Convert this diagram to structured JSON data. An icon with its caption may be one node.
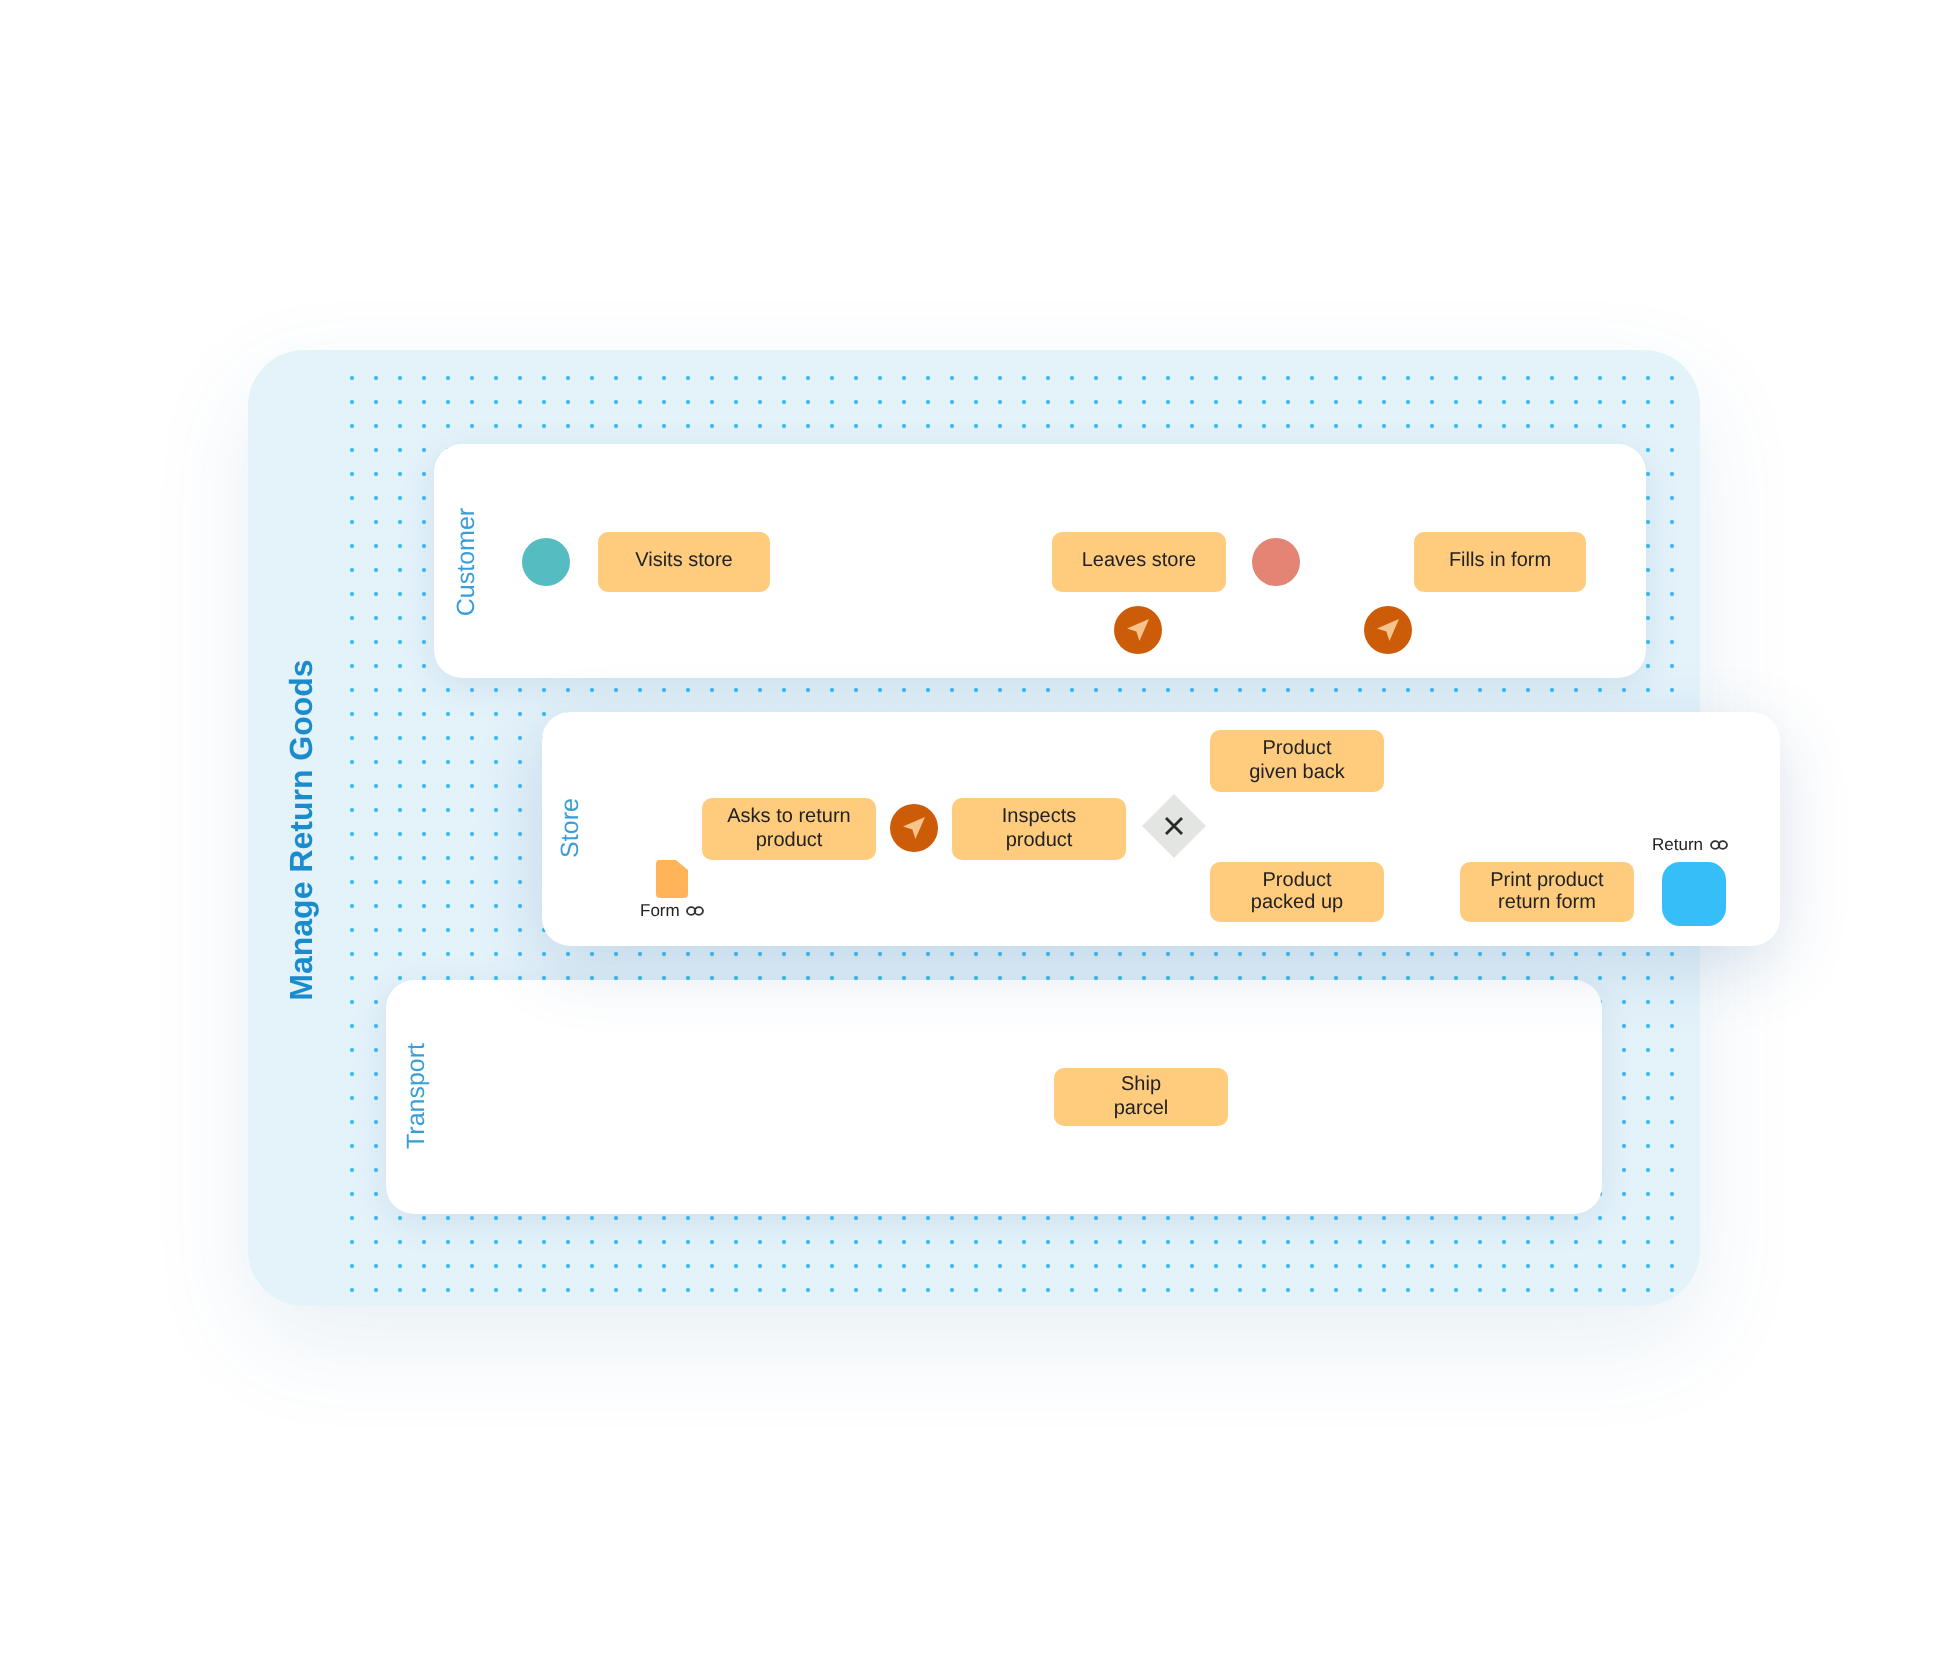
{
  "diagram": {
    "nodes": [
      {
        "text": [
          "Manage Return Goods"
        ]
      },
      {
        "text": [
          "Customer"
        ],
        "in": 0
      },
      {
        "text": [],
        "shape": "circle",
        "in": 1
      },
      {
        "text": [
          "Visits store"
        ],
        "in": 1
      },
      {
        "text": [
          "Leaves store"
        ],
        "in": 1
      },
      {
        "text": [],
        "shape": "circle",
        "in": 1
      },
      {
        "text": [
          "Fills in form"
        ],
        "in": 1
      },
      {
        "text": [
          "Store"
        ]
      },
      {
        "text": [],
        "shape": "document",
        "in": 7,
        "beside": [
          "Form"
        ]
      },
      {
        "text": [
          "Asks to return product"
        ],
        "in": 7
      },
      {
        "text": [
          "Inspects product"
        ],
        "in": 7
      },
      {
        "text": [],
        "shape": "diamond",
        "in": 7
      },
      {
        "text": [
          "Product given back"
        ],
        "in": 7
      },
      {
        "text": [
          "Product packed up"
        ],
        "in": 7
      },
      {
        "text": [
          "Print product return form"
        ],
        "in": 7
      },
      {
        "text": [],
        "shape": "box",
        "in": 7,
        "beside": [
          "Return"
        ]
      },
      {
        "text": [
          "Transport"
        ],
        "in": 0
      },
      {
        "text": [
          "Ship parcel"
        ],
        "in": 16
      }
    ]
  }
}
